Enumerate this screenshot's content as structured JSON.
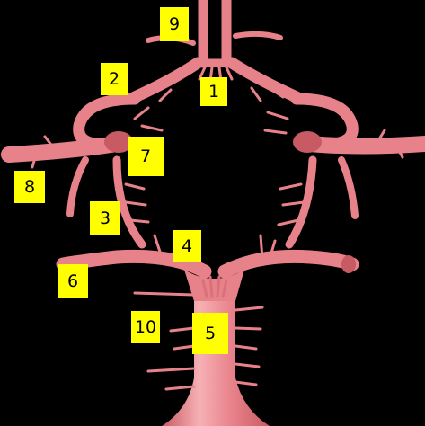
{
  "colors": {
    "background": "#000000",
    "vessel": "#e8828a",
    "vessel_highlight": "#f6b1b5",
    "vessel_shadow": "#c85a63",
    "label_fill": "#ffff00",
    "label_text": "#000000"
  },
  "labels": {
    "l1": "1",
    "l2": "2",
    "l3": "3",
    "l4": "4",
    "l5": "5",
    "l6": "6",
    "l7": "7",
    "l8": "8",
    "l9": "9",
    "l10": "10"
  }
}
